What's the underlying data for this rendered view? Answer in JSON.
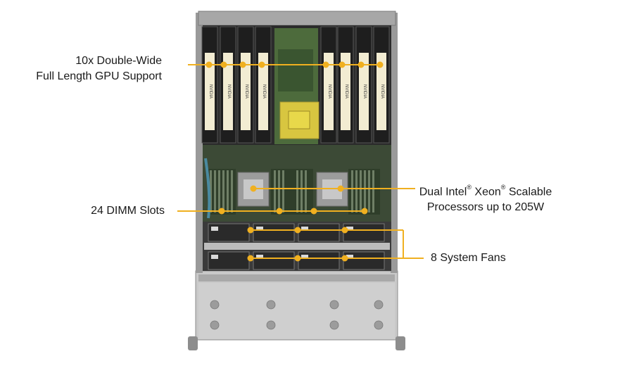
{
  "callouts": {
    "gpu": {
      "line1": "10x Double-Wide",
      "line2": "Full Length GPU Support"
    },
    "dimm": {
      "text": "24 DIMM Slots"
    },
    "cpu": {
      "line1_a": "Dual Intel",
      "line1_reg1": "®",
      "line1_b": " Xeon",
      "line1_reg2": "®",
      "line1_c": " Scalable",
      "line2": "Processors up to 205W"
    },
    "fans": {
      "text": "8 System Fans"
    }
  },
  "gpu_card_label": "NVIDIA",
  "colors": {
    "callout": "#f0b020",
    "chassis": "#b8b8b8",
    "chassis_dark": "#5a5a5a",
    "gpu_card": "#f2ecd2",
    "board": "#4a6a3a",
    "heatsink_label": "#e8d84a"
  }
}
